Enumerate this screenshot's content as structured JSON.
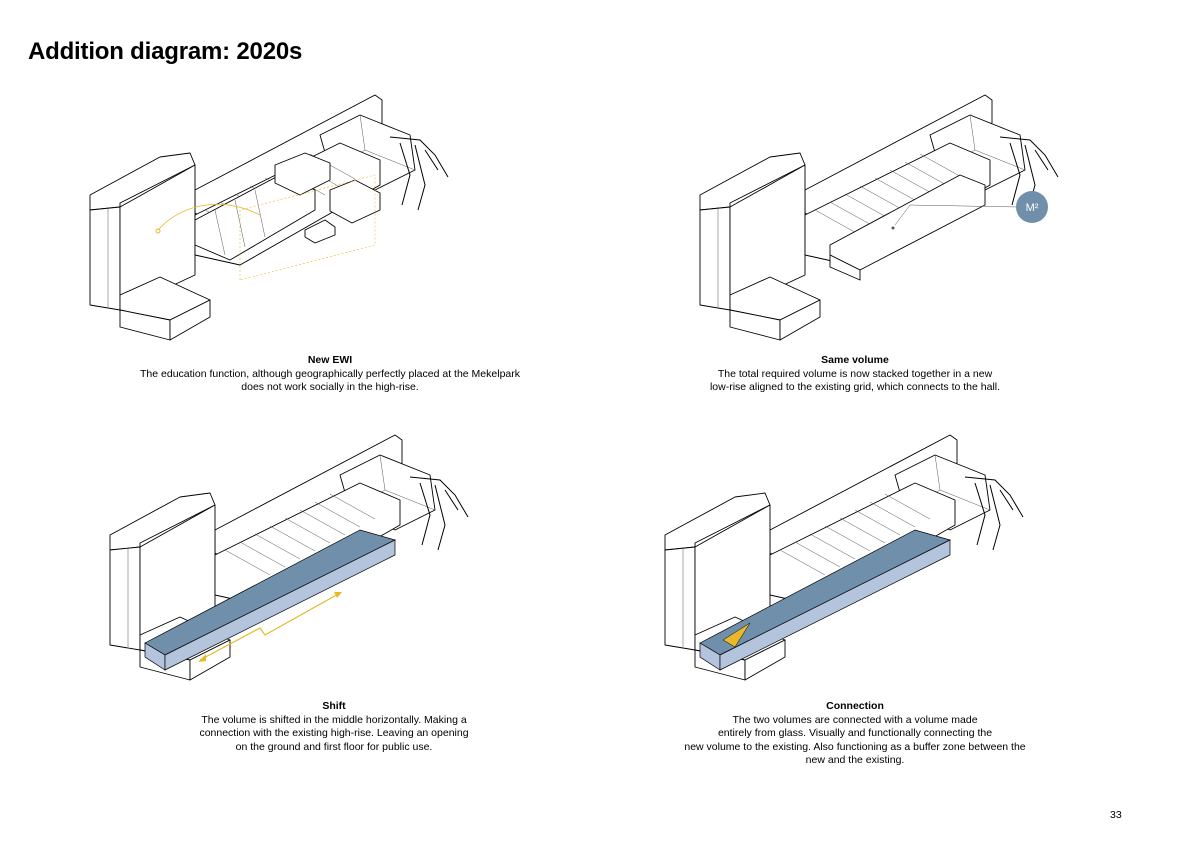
{
  "title": "Addition diagram: 2020s",
  "panels": [
    {
      "heading": "New EWI",
      "lines": [
        "The education function, although geographically perfectly placed at the Mekelpark",
        "does not work socially in the high-rise."
      ]
    },
    {
      "heading": "Same volume",
      "lines": [
        "The total required volume is now stacked together in a new",
        "low-rise aligned to the existing grid, which connects to the hall."
      ],
      "badge": "M²"
    },
    {
      "heading": "Shift",
      "lines": [
        "The volume is shifted in the middle horizontally. Making a",
        "connection with the existing high-rise. Leaving an opening",
        "on the ground and first floor for public use."
      ]
    },
    {
      "heading": "Connection",
      "lines": [
        "The two volumes are connected with a volume made",
        "entirely from glass. Visually and functionally connecting the",
        "new volume to the existing. Also functioning as a buffer zone between the",
        "new and the existing."
      ]
    }
  ],
  "page_number": "33",
  "colors": {
    "volume_top": "#6f8fab",
    "volume_side": "#b4c4dc",
    "accent": "#e8b82a",
    "badge": "#6f8fab"
  }
}
